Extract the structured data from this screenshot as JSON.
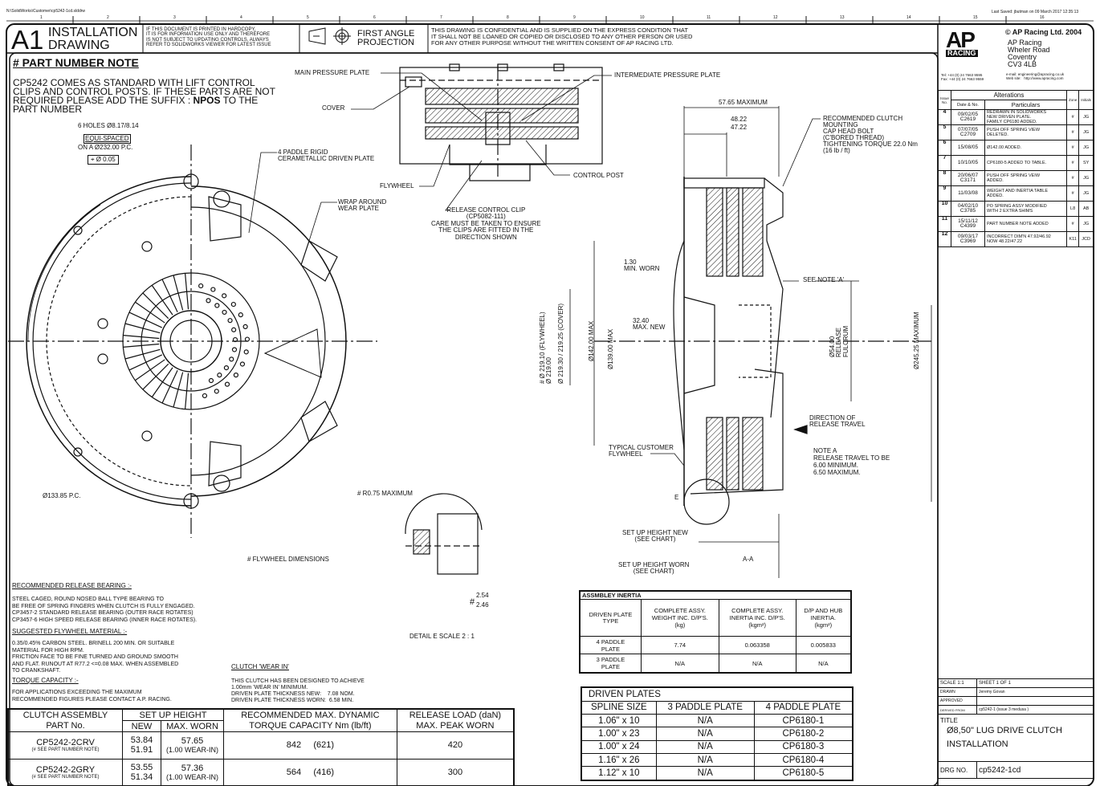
{
  "file_path": "N:\\SolidWorks\\Customer\\cp5242-1cd.slddrw",
  "last_saved": "Last Saved: jbutman on 09 March 2017 12:35:13",
  "zone_numbers": [
    "1",
    "2",
    "3",
    "4",
    "5",
    "6",
    "7",
    "8",
    "9",
    "10",
    "11",
    "12",
    "13",
    "14",
    "15",
    "16"
  ],
  "header": {
    "size": "A1",
    "title1": "INSTALLATION",
    "title2": "DRAWING",
    "hardcopy_note": "IF THIS DOCUMENT IS PRINTED IN HARDCOPY,\nIT IS FOR INFORMATION USE ONLY AND THEREFORE\nIS NOT SUBJECT TO UPDATING CONTROLS. ALWAYS\nREFER TO SOLIDWORKS VIEWER FOR LATEST ISSUE",
    "projection1": "FIRST ANGLE",
    "projection2": "PROJECTION",
    "confidential": "THIS DRAWING IS CONFIDENTIAL AND IS SUPPLIED ON THE EXPRESS CONDITION THAT\nIT SHALL NOT BE LOANED OR COPIED OR DISCLOSED TO ANY OTHER PERSON OR USED\nFOR ANY OTHER PURPOSE WITHOUT THE WRITTEN CONSENT OF AP RACING LTD."
  },
  "part_note": {
    "heading": "# PART NUMBER NOTE",
    "text_a": "CP5242 COMES AS STANDARD WITH LIFT CONTROL\nCLIPS AND CONTROL POSTS. IF THESE PARTS ARE NOT\nREQUIRED PLEASE ADD THE SUFFIX : ",
    "suffix": "NPOS",
    "text_b": " TO THE",
    "text_c": "PART NUMBER"
  },
  "front_view": {
    "holes": "6 HOLES Ø8.17/8.14",
    "equi": "EQUI-SPACED",
    "pcd": "ON A Ø232.00 P.C.",
    "tol": "⌖ Ø 0.05",
    "pc2": "Ø133.85 P.C.",
    "flywheel_dims": "#  FLYWHEEL DIMENSIONS",
    "r075": "# R0.75 MAXIMUM",
    "d254": "2.54",
    "d246": "2.46",
    "detail": "DETAIL E SCALE 2 : 1",
    "hash": "#"
  },
  "labels": {
    "main_pp": "MAIN PRESSURE PLATE",
    "cover": "COVER",
    "int_pp": "INTERMEDIATE PRESSURE PLATE",
    "paddle": "4 PADDLE RIGID\nCERAMETALLIC DRIVEN PLATE",
    "flywheel": "FLYWHEEL",
    "control_post": "CONTROL POST",
    "wrap": "WRAP AROUND\nWEAR PLATE",
    "clip": "RELEASE CONTROL CLIP\n(CP5082-111)\nCARE MUST BE TAKEN TO ENSURE\nTHE CLIPS ARE FITTED IN THE\nDIRECTION SHOWN"
  },
  "section": {
    "max5765": "57.65 MAXIMUM",
    "d4822": "48.22",
    "d4722": "47.22",
    "mounting": "RECOMMENDED CLUTCH\nMOUNTING\nCAP HEAD BOLT\n(C'BORED THREAD)\nTIGHTENING TORQUE 22.0 Nm\n(16 lb / ft)",
    "worn130": "1.30\nMIN. WORN",
    "new3240": "32.40\nMAX. NEW",
    "note_a": "SEE NOTE 'A'",
    "d21910": "# Ø 219.10 (FLYWHEEL)\nØ 219.00",
    "d21930": "Ø 219.30 / 219.25 (COVER)",
    "d142": "Ø142.00 MAX",
    "d139": "Ø139.00 MAX",
    "d5400": "Ø54.00\nRELEASE\nFULCRUM",
    "d24525": "Ø245.25 MAXIMUM",
    "direction": "DIRECTION OF\nRELEASE TRAVEL",
    "customer": "TYPICAL CUSTOMER\nFLYWHEEL",
    "note_a_text": "NOTE A\nRELEASE TRAVEL TO BE\n6.00 MINIMUM.\n6.50 MAXIMUM.",
    "e": "E",
    "setup_new": "SET UP HEIGHT NEW\n(SEE CHART)",
    "setup_worn": "SET UP HEIGHT WORN\n(SEE CHART)",
    "aa": "A-A"
  },
  "notes": {
    "bearing_h": "RECOMMENDED RELEASE BEARING :-",
    "bearing": "STEEL CAGED, ROUND NOSED BALL TYPE BEARING TO\nBE FREE OF SPRING FINGERS WHEN CLUTCH IS FULLY ENGAGED.\nCP3457-2 STANDARD RELEASE BEARING (OUTER RACE ROTATES)\nCP3457-6 HIGH SPEED RELEASE BEARING (INNER RACE ROTATES).",
    "fly_h": "SUGGESTED FLYWHEEL MATERIAL :-",
    "fly": "0.35/0.45% CARBON STEEL. BRINELL 200 MIN. OR SUITABLE\nMATERIAL FOR HIGH RPM.\nFRICTION FACE TO BE FINE TURNED AND GROUND SMOOTH\nAND FLAT. RUNOUT AT R77.2 <=0.08 MAX. WHEN ASSEMBLED\nTO CRANKSHAFT.",
    "torque_h": "TORQUE CAPACITY :-",
    "torque": "FOR APPLICATIONS EXCEEDING THE MAXIMUM\nRECOMMENDED FIGURES PLEASE CONTACT A.P. RACING.",
    "wear_h": "CLUTCH 'WEAR IN'",
    "wear": "THIS CLUTCH HAS BEEN DESIGNED TO ACHIEVE\n1.00mm 'WEAR IN' MINIMUM.\nDRIVEN PLATE THICKNESS NEW:    7.08 NOM.\nDRIVEN PLATE THICKNESS WORN:  6.58 MIN."
  },
  "assembly_table": {
    "h_part1": "CLUTCH ASSEMBLY",
    "h_part2": "PART No.",
    "h_setup": "SET UP HEIGHT",
    "h_new": "NEW",
    "h_worn": "MAX. WORN",
    "h_torque1": "RECOMMENDED MAX. DYNAMIC",
    "h_torque2": "TORQUE CAPACITY Nm  (lb/ft)",
    "h_load1": "RELEASE LOAD (daN)",
    "h_load2": "MAX. PEAK WORN",
    "rows": [
      {
        "part": "CP5242-2CRV",
        "note": "(# SEE PART NUMBER NOTE)",
        "new1": "53.84",
        "new2": "51.91",
        "worn": "57.65",
        "wearin": "(1.00 WEAR-IN)",
        "nm": "842",
        "lbft": "(621)",
        "load": "420"
      },
      {
        "part": "CP5242-2GRY",
        "note": "(# SEE PART NUMBER NOTE)",
        "new1": "53.55",
        "new2": "51.34",
        "worn": "57.36",
        "wearin": "(1.00 WEAR-IN)",
        "nm": "564",
        "lbft": "(416)",
        "load": "300"
      }
    ]
  },
  "inertia_table": {
    "title": "ASSMBLEY INERTIA",
    "headers": [
      "DRIVEN PLATE\nTYPE",
      "COMPLETE ASSY.\nWEIGHT INC. D/P'S.\n(kg)",
      "COMPLETE ASSY.\nINERTIA INC. D/P'S.\n(kgm²)",
      "D/P AND HUB\nINERTIA.\n(kgm²)"
    ],
    "rows": [
      [
        "4 PADDLE\nPLATE",
        "7.74",
        "0.063358",
        "0.005833"
      ],
      [
        "3 PADDLE\nPLATE",
        "N/A",
        "N/A",
        "N/A"
      ]
    ]
  },
  "plates_table": {
    "title": "DRIVEN PLATES",
    "headers": [
      "SPLINE SIZE",
      "3 PADDLE PLATE",
      "4 PADDLE PLATE"
    ],
    "rows": [
      [
        "1.06\" x 10",
        "N/A",
        "CP6180-1"
      ],
      [
        "1.00\" x 23",
        "N/A",
        "CP6180-2"
      ],
      [
        "1.00\" x 24",
        "N/A",
        "CP6180-3"
      ],
      [
        "1.16\" x 26",
        "N/A",
        "CP6180-4"
      ],
      [
        "1.12\" x 10",
        "N/A",
        "CP6180-5"
      ]
    ]
  },
  "company": {
    "copyright": "© AP Racing Ltd. 2004",
    "logo": "AP RACING",
    "address": "AP Racing\nWheler Road\nCoventry\nCV3 4LB",
    "tel": "Tel: +44 (0) 24 7663 9595\nFax: +44 (0) 24 7663 9559",
    "web": "e-mail: engineering@apracing.co.uk\nWeb site:   http://www.apracing.com"
  },
  "alterations": {
    "title": "Alterations",
    "h_issue": "Issue No.",
    "h_date": "Date & No.",
    "h_part": "Particulars",
    "h_zone": "Zone",
    "h_init": "Initials",
    "rows": [
      [
        "4",
        "09/02/05\nC2619",
        "REDRAWN IN SOLIDWORKS\nNEW DRIVEN PLATE.\nFAMILY CP6180 ADDED.",
        "#",
        "JG"
      ],
      [
        "5",
        "07/07/05\nC2709",
        "PUSH OFF SPRING VIEW\nDELETED.",
        "#",
        "JG"
      ],
      [
        "6",
        "15/08/05",
        "Ø142.00 ADDED.",
        "#",
        "JG"
      ],
      [
        "7",
        "10/10/05",
        "CP6180-5 ADDED TO TABLE.",
        "#",
        "SY"
      ],
      [
        "8",
        "20/06/07\nC3171",
        "PUSH OFF SPRING VEIW\nADDED.",
        "#",
        "JG"
      ],
      [
        "9",
        "11/03/08",
        "WEIGHT AND INERTIA TABLE\nADDED.",
        "#",
        "JG"
      ],
      [
        "10",
        "04/02/10\nC3785",
        "PO SPRING ASSY MODIFIED\nWITH 2 EXTRA SHIMS",
        "L8",
        "AB"
      ],
      [
        "11",
        "15/11/12\nC4399",
        "PART NUMBER NOTE ADDED",
        "#",
        "JG"
      ],
      [
        "12",
        "09/03/17\nC3969",
        "INCORRECT DIM'N 47.92/46.92\nNOW 48.22/47.22",
        "K11",
        "JCD"
      ]
    ]
  },
  "title_block": {
    "scale": "SCALE  1:1",
    "sheet": "SHEET  1  OF  1",
    "drawn_l": "DRAWN",
    "drawn": "Jeremy Govan",
    "approved_l": "APPROVED",
    "derived_l": "DERIVED FROM",
    "derived": "cp5242-1 (issue 3 medusa )",
    "title_l": "TITLE",
    "title": "Ø8,50\" LUG DRIVE CLUTCH\nINSTALLATION",
    "drg_l": "DRG NO.",
    "drg": "cp5242-1cd"
  }
}
